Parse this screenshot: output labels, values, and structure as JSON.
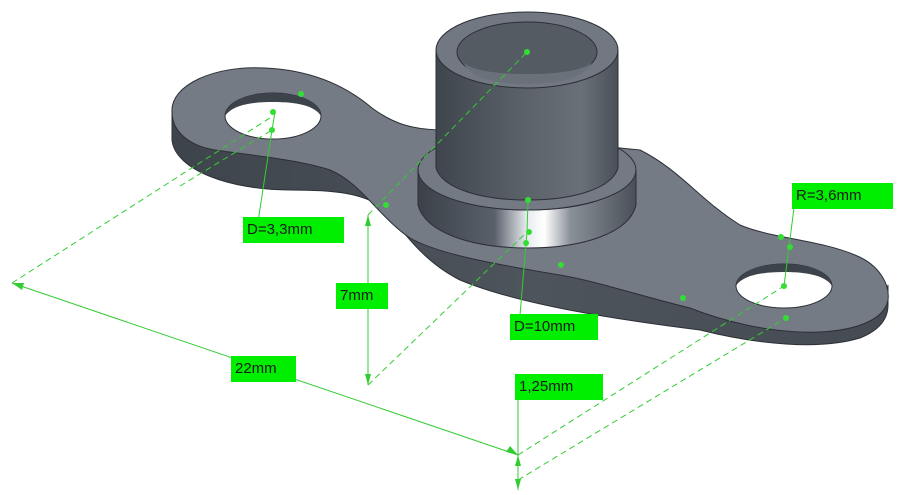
{
  "colors": {
    "background": "#ffffff",
    "part_top": "#6f767f",
    "part_side": "#4a5058",
    "dimension_line": "#33cc33",
    "label_bg": "#00ee00"
  },
  "labels": {
    "hole_diameter": "D=3,3mm",
    "height": "7mm",
    "length": "22mm",
    "boss_diameter": "D=10mm",
    "thickness": "1,25mm",
    "radius": "R=3,6mm"
  }
}
